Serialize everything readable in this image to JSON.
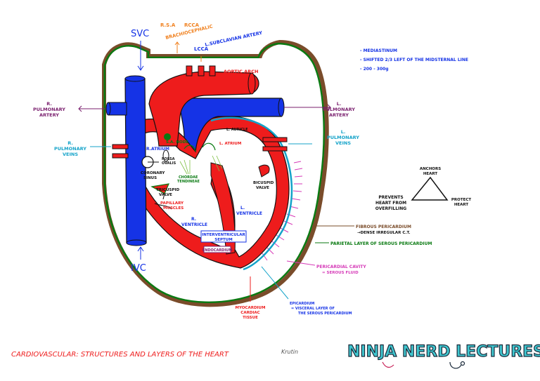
{
  "labels": {
    "svc": "SVC",
    "ivc": "IVC",
    "rsa": "R.S.A",
    "rcca": "RCCA",
    "brachiocephalic": "BRACHIOCEPHALIC",
    "lcca": "LCCA",
    "l_subclavian": "L.SUBCLAVIAN ARTERY",
    "aortic_arch": "AORTIC ARCH",
    "r_pulm_artery_1": "R.",
    "r_pulm_artery_2": "PULMONARY",
    "r_pulm_artery_3": "ARTERY",
    "l_pulm_artery_1": "L.",
    "l_pulm_artery_2": "PULMONARY",
    "l_pulm_artery_3": "ARTERY",
    "r_pulm_veins_1": "R.",
    "r_pulm_veins_2": "PULMONARY",
    "r_pulm_veins_3": "VEINS",
    "l_pulm_veins_1": "L.",
    "l_pulm_veins_2": "PULMONARY",
    "l_pulm_veins_3": "VEINS",
    "sa_node": "S.A. NODE",
    "r_atrium": "R.ATRIUM",
    "fossa_1": "FOSSA",
    "fossa_2": "OVALIS",
    "coronary_1": "CORONARY",
    "coronary_2": "SINUS",
    "chordae_1": "CHORDAE",
    "chordae_2": "TENDINEAE",
    "tricuspid_1": "TRICUSPID",
    "tricuspid_2": "VALVE",
    "papillary_1": "PAPILLARY",
    "papillary_2": "MUSCLES",
    "r_ventricle_1": "R.",
    "r_ventricle_2": "VENTRICLE",
    "l_ventricle_1": "L.",
    "l_ventricle_2": "VENTRICLE",
    "l_atrium": "L. ATRIUM",
    "l_auricle": "L. AURICLE",
    "bicuspid_1": "BICUSPID",
    "bicuspid_2": "VALVE",
    "septum_1": "INTERVENTRICULAR",
    "septum_2": "SEPTUM",
    "endocardium": "ENDOCARDIUM",
    "myocardium_1": "MYOCARDIUM",
    "myocardium_2": "CARDIAC",
    "myocardium_3": "TISSUE",
    "epicardium_1": "EPICARDIUM",
    "epicardium_2": "= VISCERAL LAYER OF",
    "epicardium_3": "THE SEROUS PERICARDIUM",
    "fibrous_1": "FIBROUS PERICARDIUM",
    "fibrous_2": "→DENSE IRREGULAR C.T.",
    "parietal": "PARIETAL LAYER OF SEROUS PERICARDIUM",
    "cavity_1": "PERICARDIAL CAVITY",
    "cavity_2": "= SEROUS FLUID",
    "notes": [
      "- MEDIASTINUM",
      "- SHIFTED 2/3 LEFT OF THE MIDSTERNAL LINE",
      "- 200 - 300g"
    ],
    "anchors_1": "ANCHORS",
    "anchors_2": "HEART",
    "prevents_1": "PREVENTS",
    "prevents_2": "HEART FROM",
    "prevents_3": "OVERFILLING",
    "protect_1": "PROTECT",
    "protect_2": "HEART"
  },
  "footer": {
    "title": "CARDIOVASCULAR: STRUCTURES AND LAYERS OF THE HEART",
    "signature": "Krutin",
    "brand": "NINJA NERD LECTURES"
  },
  "colors": {
    "red": "#ee1c1c",
    "blue": "#1533e6",
    "green": "#0a7a12",
    "brown": "#7a4c2a",
    "purple": "#7a1f6e",
    "orange": "#f0801e",
    "teal": "#14a3c9",
    "magenta": "#d63bb8",
    "brand_teal": "#3fc6cf"
  }
}
